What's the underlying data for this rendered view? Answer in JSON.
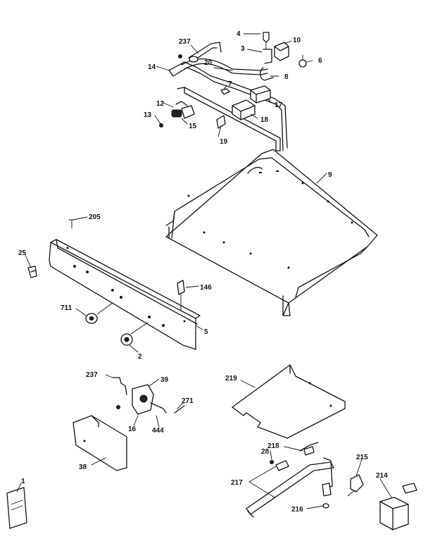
{
  "callouts": {
    "c4": "4",
    "c10": "10",
    "c237a": "237",
    "c3": "3",
    "c6": "6",
    "c20": "20",
    "c14": "14",
    "c8": "8",
    "c7": "7",
    "c17": "17",
    "c12": "12",
    "c13": "13",
    "c15": "15",
    "c18": "18",
    "c19": "19",
    "c9": "9",
    "c205": "205",
    "c25": "25",
    "c146": "146",
    "c711": "711",
    "c5": "5",
    "c2": "2",
    "c237b": "237",
    "c39": "39",
    "c271": "271",
    "c16": "16",
    "c444": "444",
    "c38": "38",
    "c219": "219",
    "c28": "28",
    "c218": "218",
    "c215": "215",
    "c217": "217",
    "c214": "214",
    "c216": "216",
    "c1": "1"
  },
  "colors": {
    "line": "#111111",
    "background": "#ffffff"
  }
}
